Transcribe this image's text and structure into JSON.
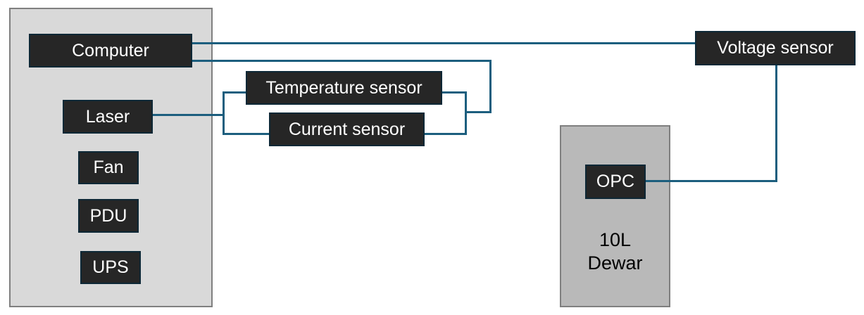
{
  "nodes": {
    "computer": {
      "label": "Computer"
    },
    "laser": {
      "label": "Laser"
    },
    "fan": {
      "label": "Fan"
    },
    "pdu": {
      "label": "PDU"
    },
    "ups": {
      "label": "UPS"
    },
    "temperature_sensor": {
      "label": "Temperature sensor"
    },
    "current_sensor": {
      "label": "Current sensor"
    },
    "voltage_sensor": {
      "label": "Voltage sensor"
    },
    "opc": {
      "label": "OPC"
    }
  },
  "dewar": {
    "line1": "10L",
    "line2": "Dewar"
  },
  "colors": {
    "connector-line": "#1c5e7e",
    "node-fill": "#262626",
    "node-border": "#0e2836",
    "node-text": "#ffffff",
    "rack-fill": "#d9d9d9",
    "dewar-fill": "#b9b9b9",
    "panel-border": "#7f7f7f",
    "dewar-text": "#000000"
  },
  "connections": [
    {
      "from": "Computer",
      "to": "Voltage sensor"
    },
    {
      "from": "Computer",
      "to": "Temperature sensor"
    },
    {
      "from": "Computer",
      "to": "Current sensor"
    },
    {
      "from": "Laser",
      "to": "Temperature sensor"
    },
    {
      "from": "Laser",
      "to": "Current sensor"
    },
    {
      "from": "Voltage sensor",
      "to": "OPC"
    }
  ]
}
